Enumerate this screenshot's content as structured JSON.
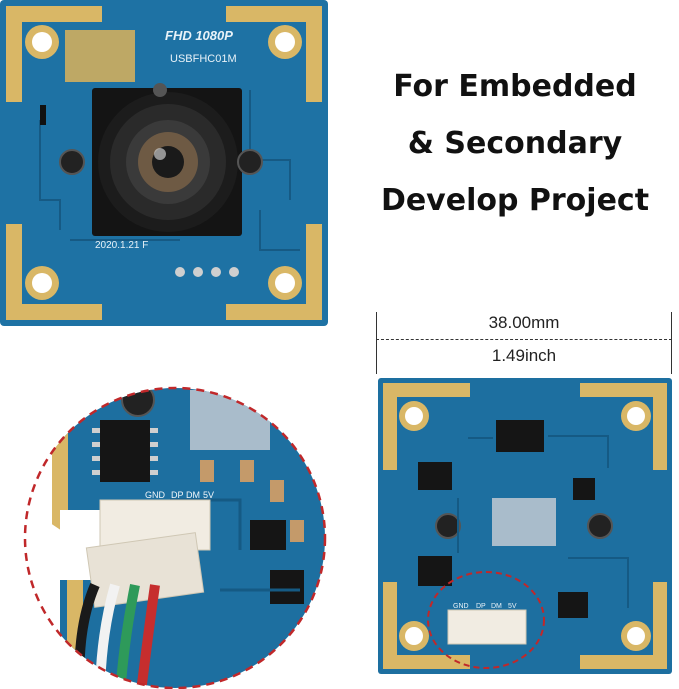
{
  "headline": {
    "line1": "For Embedded",
    "line2": "& Secondary",
    "line3": "Develop Project"
  },
  "module_top": {
    "silkscreen_title": "FHD 1080P",
    "silkscreen_model": "USBFHC01M",
    "silkscreen_date": "2020.1.21  F"
  },
  "dimension": {
    "metric": "38.00mm",
    "imperial": "1.49inch"
  },
  "connector_labels": [
    "GND",
    "DP",
    "DM",
    "5V"
  ],
  "colors": {
    "pcb_blue": "#1d6fa0",
    "pcb_dark": "#14557d",
    "gold_pad": "#d6b46a",
    "callout_red": "#c0282a",
    "connector_white": "#f1ece2"
  }
}
